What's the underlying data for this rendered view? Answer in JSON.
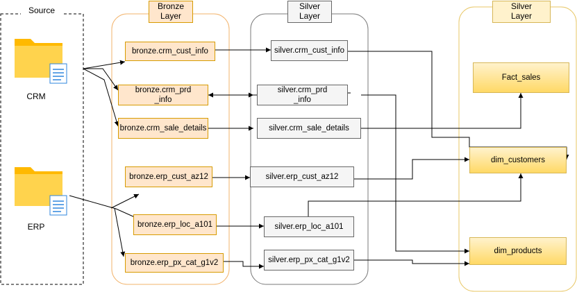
{
  "colors": {
    "bronze_fill": "#ffe6cc",
    "bronze_stroke": "#d79b00",
    "silver_fill": "#f5f5f5",
    "silver_stroke": "#666666",
    "gold_fill_top": "#fff2cc",
    "gold_fill_bottom": "#ffd966",
    "gold_stroke": "#d6b656",
    "folder": "#ffc000",
    "doc": "#2e86de"
  },
  "source": {
    "title": "Source",
    "crm_label": "CRM",
    "erp_label": "ERP"
  },
  "bronze": {
    "title": "Bronze\nLayer",
    "tables": [
      "bronze.crm_cust_info",
      "bronze.crm_prd\n_info",
      "bronze.crm_sale_details",
      "bronze.erp_cust_az12",
      "bronze.erp_loc_a101",
      "bronze.erp_px_cat_g1v2"
    ]
  },
  "silver": {
    "title": "Silver\nLayer",
    "tables": [
      "silver.crm_cust_info",
      "silver.crm_prd\n_info",
      "silver.crm_sale_details",
      "silver.erp_cust_az12",
      "silver.erp_loc_a101",
      "silver.erp_px_cat_g1v2"
    ]
  },
  "gold": {
    "title": "Silver\nLayer",
    "tables": [
      "Fact_sales",
      "dim_customers",
      "dim_products"
    ]
  }
}
